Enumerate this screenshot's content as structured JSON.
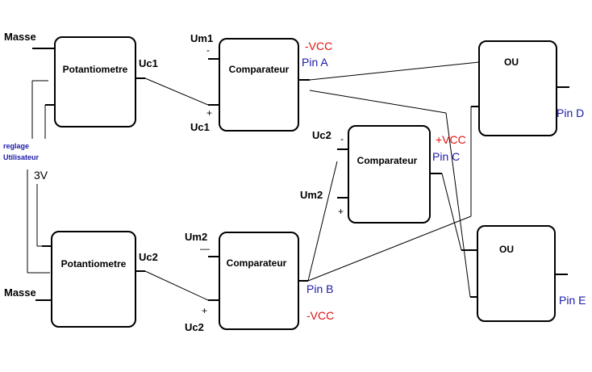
{
  "blocks": {
    "pot_top": "Potantiometre",
    "pot_bottom": "Potantiometre",
    "comp_a": "Comparateur",
    "comp_b": "Comparateur",
    "comp_c": "Comparateur",
    "ou_d": "OU",
    "ou_e": "OU"
  },
  "labels": {
    "masse_top": "Masse",
    "masse_bottom": "Masse",
    "reglage_1": "reglage",
    "reglage_2": "Utilisateur",
    "v3": "3V",
    "uc1_out": "Uc1",
    "uc2_out": "Uc2",
    "um1": "Um1",
    "uc1_in": "Uc1",
    "um2_b": "Um2",
    "uc2_in": "Uc2",
    "uc2_c": "Uc2",
    "um2_c": "Um2",
    "minus": "-",
    "minus2": "—",
    "plus": "+",
    "minus_c": "-",
    "plus_c": "+"
  },
  "pins": {
    "a": "Pin A",
    "b": "Pin B",
    "c": "Pin C",
    "d": "Pin D",
    "e": "Pin E"
  },
  "supplies": {
    "a": "-VCC",
    "b": "-VCC",
    "c": "+VCC"
  },
  "colors": {
    "pin_text": "#1a1aa8",
    "supply_text": "#e01010"
  }
}
